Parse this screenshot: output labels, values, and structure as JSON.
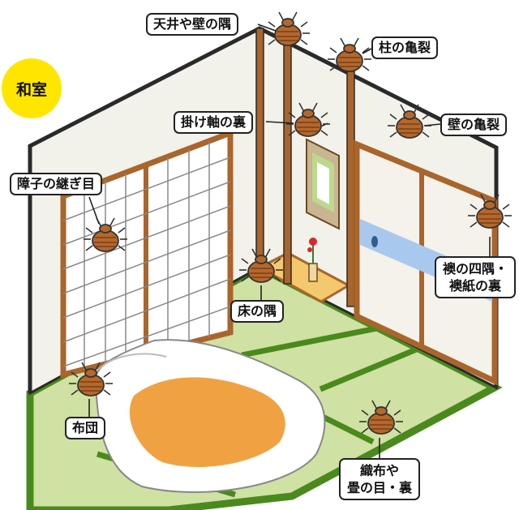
{
  "badge": {
    "label": "和室",
    "color": "#ffe600"
  },
  "colors": {
    "wall_outline": "#2a2a2a",
    "wall_fill": "#f2f1ea",
    "wood": "#a9652c",
    "tatami_edge": "#4a8a1c",
    "tatami": "#cfe1a3",
    "futon": "#ffffff",
    "futon_center": "#f0a243",
    "bug_body": "#b5672c",
    "fusuma_stripe": "#a9c8ee"
  },
  "callouts": {
    "ceiling_corner": "天井や壁の隅",
    "pillar_crack": "柱の亀裂",
    "scroll_back": "掛け軸の裏",
    "wall_crack": "壁の亀裂",
    "shoji_seam": "障子の継ぎ目",
    "fusuma_line1": "襖の四隅・",
    "fusuma_line2": "襖紙の裏",
    "alcove_corner": "床の隅",
    "futon": "布団",
    "tatami_line1": "織布や",
    "tatami_line2": "畳の目・裏"
  },
  "icons": [
    "bedbug-icon",
    "flower-vase-icon",
    "hanging-scroll-icon"
  ]
}
